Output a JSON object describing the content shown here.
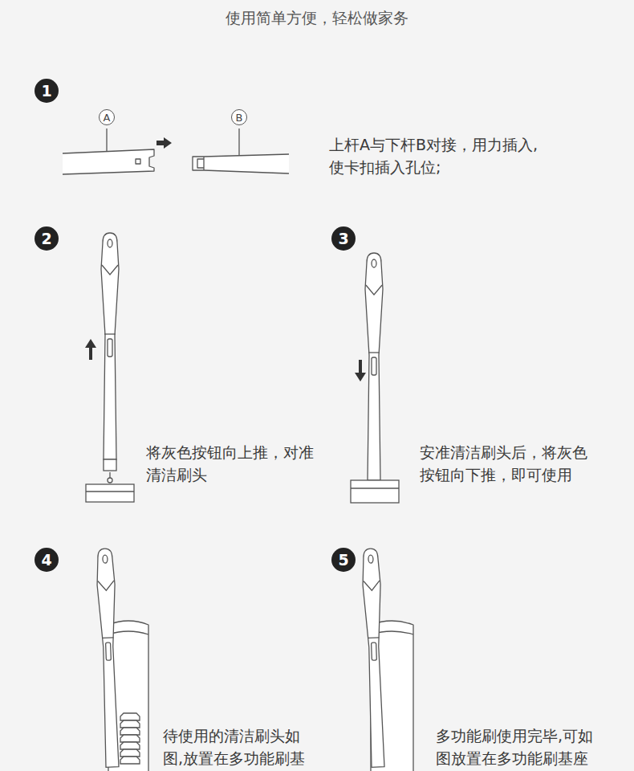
{
  "diagram": {
    "title": "使用简单方便，轻松做家务",
    "nodes": [
      {
        "text": [
          "1"
        ]
      },
      {
        "text": [
          "A"
        ]
      },
      {
        "text": [
          "B"
        ]
      },
      {
        "text": [
          "2"
        ]
      },
      {
        "text": [
          "3"
        ]
      },
      {
        "text": [
          "4"
        ]
      },
      {
        "text": [
          "5"
        ]
      }
    ],
    "labels": [
      "上杆A与下杆B对接，用力插入, 使卡扣插入孔位;",
      "将灰色按钮向上推，对准 清洁刷头",
      "安准清洁刷头后，将灰色 按钮向下推，即可使用",
      "待使用的清洁刷头如 图,放置在多功能刷基",
      "多功能刷使用完毕,可如 图放置在多功能刷基座"
    ]
  }
}
